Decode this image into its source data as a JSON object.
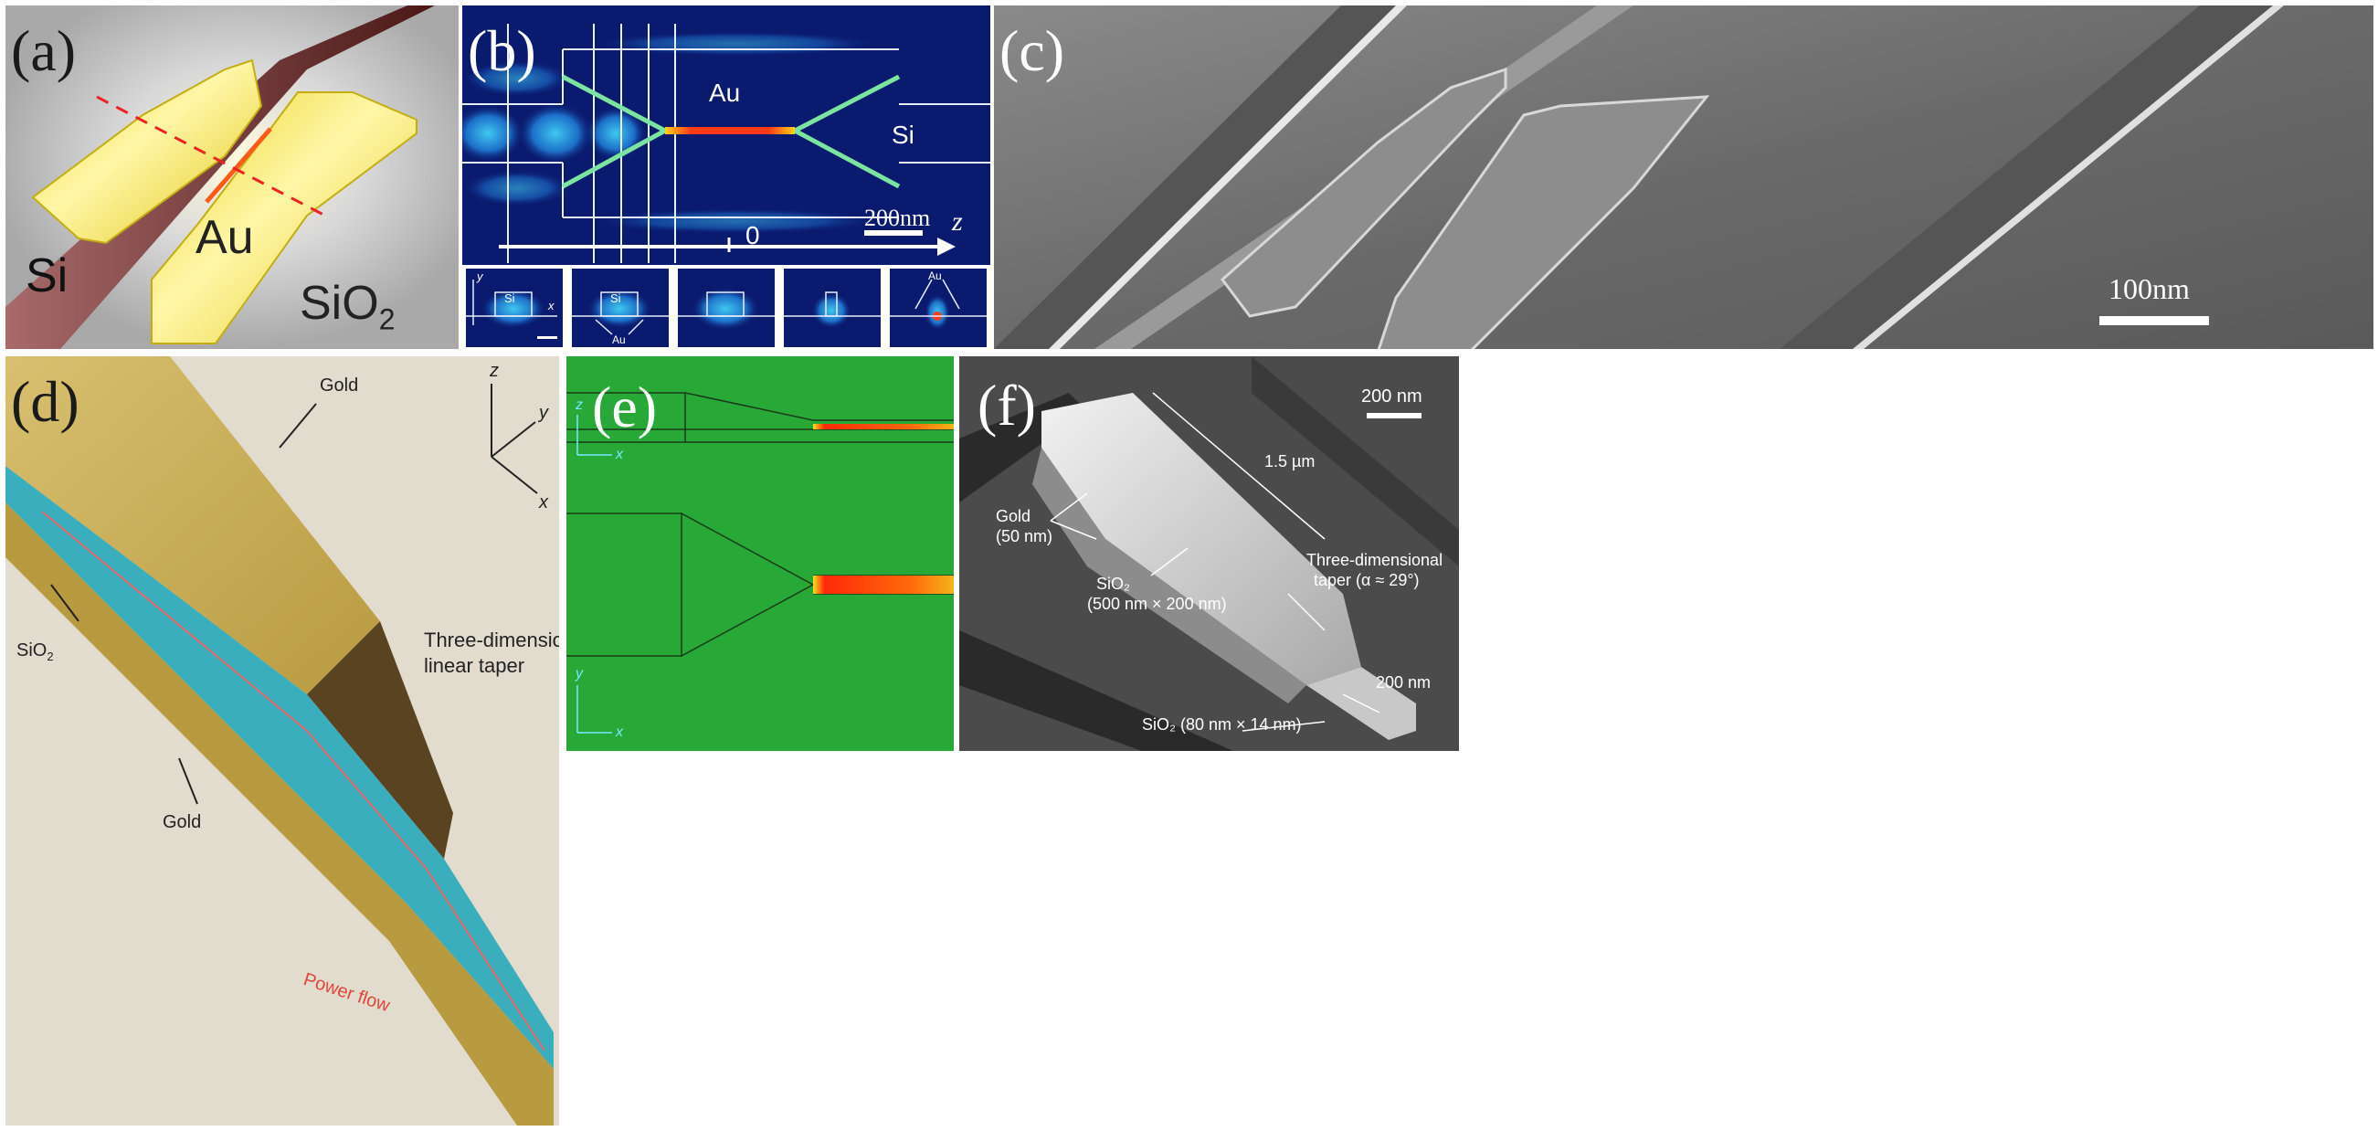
{
  "panels": {
    "a": {
      "label": "(a)",
      "au": "Au",
      "si": "Si",
      "sio2_base": "SiO",
      "sio2_sub": "2"
    },
    "b": {
      "label": "(b)",
      "au": "Au",
      "si": "Si",
      "scale": "200nm",
      "axis_z": "z",
      "zero": "0",
      "inset_axis_y": "y",
      "inset_axis_x": "x",
      "inset_si_1": "Si",
      "inset_si_2": "Si",
      "inset_au_1": "Au",
      "inset_au_2": "Au"
    },
    "c": {
      "label": "(c)",
      "scale": "100nm"
    },
    "d": {
      "label": "(d)",
      "gold_top": "Gold",
      "gold_bottom": "Gold",
      "sio2_base": "SiO",
      "sio2_sub": "2",
      "taper_line1": "Three-dimensional",
      "taper_line2": "linear taper",
      "power_flow": "Power flow",
      "axis_z": "z",
      "axis_y": "y",
      "axis_x": "x"
    },
    "e": {
      "label": "(e)",
      "axis_z": "z",
      "axis_x_top": "x",
      "axis_y": "y",
      "axis_x_bottom": "x"
    },
    "f": {
      "label": "(f)",
      "scale": "200 nm",
      "length": "1.5 µm",
      "gold_line1": "Gold",
      "gold_line2": "(50 nm)",
      "sio2_line1": "SiO₂",
      "sio2_line2": "(500 nm × 200 nm)",
      "taper_line1": "Three-dimensional",
      "taper_line2": "taper (α ≈ 29°)",
      "width": "200 nm",
      "tip": "SiO₂ (80 nm × 14 nm)"
    }
  },
  "colors": {
    "gold": "#f2e33a",
    "field_bg_blue": "#0a1a6e",
    "field_bg_green": "#27a837",
    "sem_gray": "#6e6e6e",
    "silicon": "#7a2f2f"
  }
}
